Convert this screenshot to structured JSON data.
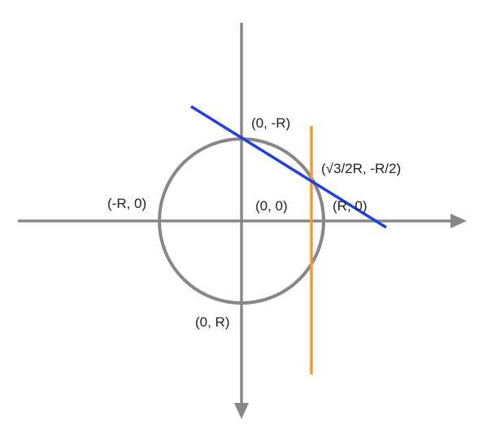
{
  "labels": {
    "top": "(0, -R)",
    "bottom": "(0, R)",
    "left": "(-R, 0)",
    "right": "(R, 0)",
    "origin": "(0, 0)",
    "intersection": "(√3/2R, -R/2)"
  },
  "colors": {
    "axes": "#87878a",
    "circle": "#87878a",
    "tangent_line": "#1e3fe6",
    "vertical_line": "#f59a2a",
    "text": "#222222"
  }
}
